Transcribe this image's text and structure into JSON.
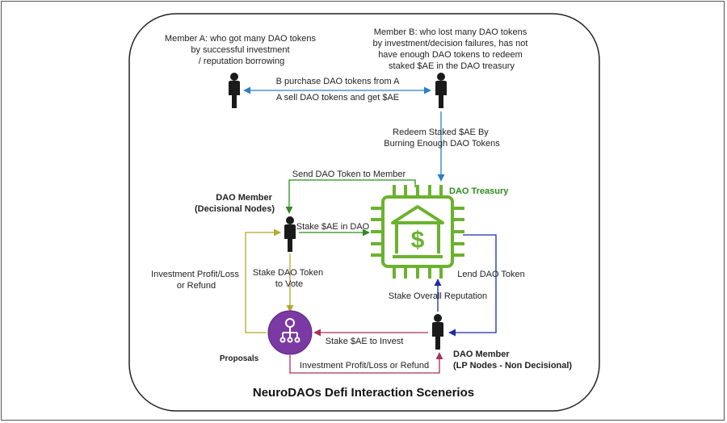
{
  "title": "NeuroDAOs Defi Interaction Scenerios",
  "actors": {
    "member_a": [
      "Member A: who got many DAO tokens",
      "by successful investment",
      "/ reputation borrowing"
    ],
    "member_b": [
      "Member B: who lost many DAO tokens",
      "by investment/decision failures, has not",
      "have enough DAO tokens to redeem",
      "staked $AE in the DAO treasury"
    ],
    "dao_member_decisional": [
      "DAO Member",
      "(Decisional Nodes)"
    ],
    "dao_member_lp": [
      "DAO Member",
      "(LP Nodes - Non Decisional)"
    ],
    "treasury": "DAO Treasury",
    "proposals": "Proposals"
  },
  "edges": {
    "b_purchase": "B purchase DAO tokens from A",
    "a_sell": "A sell DAO tokens and get $AE",
    "redeem": [
      "Redeem Staked $AE By",
      "Burning Enough DAO Tokens"
    ],
    "send_token": "Send DAO Token to Member",
    "stake_ae_dao": "Stake $AE in DAO",
    "stake_vote": [
      "Stake DAO Token",
      "to Vote"
    ],
    "investment_profit_left": [
      "Investment Profit/Loss",
      "or Refund"
    ],
    "lend_token": "Lend DAO Token",
    "stake_reputation": "Stake Overall Reputation",
    "stake_invest": "Stake $AE to Invest",
    "investment_profit_bottom": "Investment Profit/Loss or Refund"
  },
  "colors": {
    "blue": "#2a7fc0",
    "green": "#2e8b1e",
    "treasury_green": "#6bb22e",
    "olive": "#b5a82a",
    "crimson": "#a8325a",
    "navy": "#1f2aa8",
    "purple": "#6b2d91",
    "person": "#1a1a1a"
  },
  "icons": [
    "person-icon",
    "bank-chip-icon",
    "proposal-network-icon"
  ]
}
